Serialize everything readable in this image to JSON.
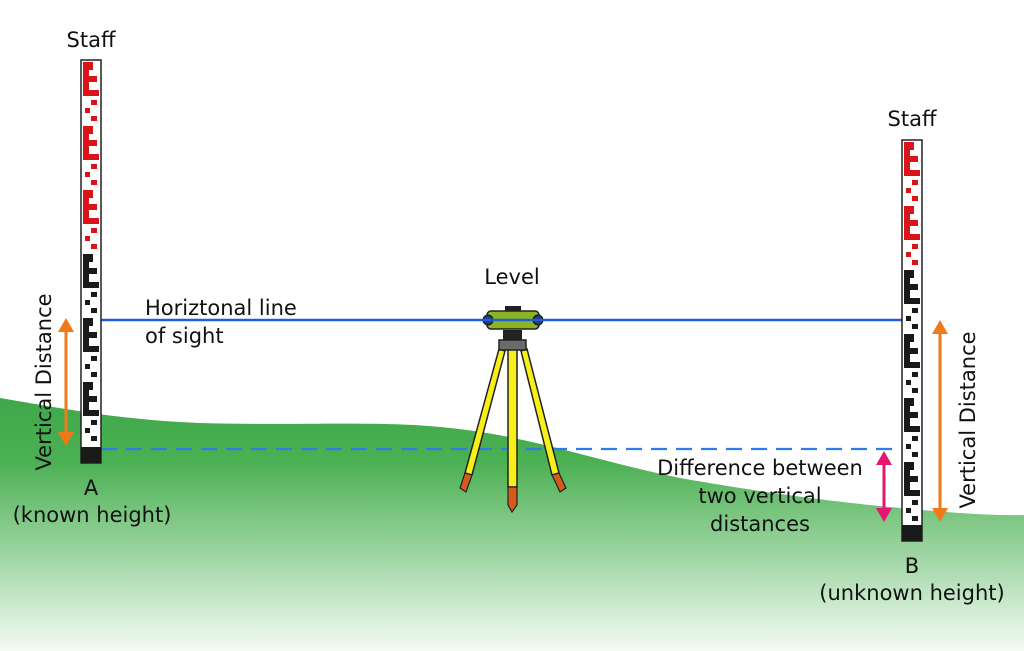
{
  "labels": {
    "staff_left": "Staff",
    "staff_right": "Staff",
    "level": "Level",
    "line_of_sight": [
      "Horiztonal line",
      "of sight"
    ],
    "vertical_left": "Vertical Distance",
    "vertical_right": "Vertical Distance",
    "point_a": [
      "A",
      "(known height)"
    ],
    "point_b": [
      "B",
      "(unknown height)"
    ],
    "difference": [
      "Difference between",
      "two vertical",
      "distances"
    ]
  },
  "colors": {
    "ground_top": "#3fa84a",
    "ground_bottom": "#f4fbf4",
    "sight_line": "#1f5fd6",
    "ground_level_dash": "#2e7bea",
    "vertical_arrow": "#f07a1a",
    "difference_arrow": "#e6156f",
    "staff_red": "#d9141b",
    "staff_black": "#1a1a1a",
    "tripod_yellow": "#f7ef1a",
    "tripod_foot": "#d65a1a",
    "level_body": "#8ab523"
  }
}
